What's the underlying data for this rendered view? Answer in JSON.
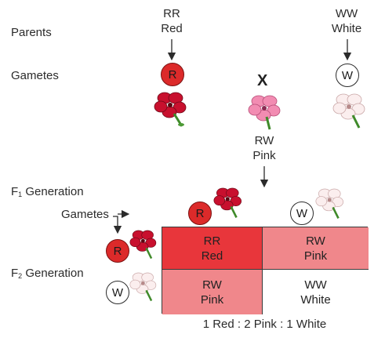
{
  "rows": {
    "parents": "Parents",
    "gametes": "Gametes",
    "f1_prefix": "F",
    "f1_sub": "1",
    "f1_suffix": " Generation",
    "f2_prefix": "F",
    "f2_sub": "2",
    "f2_suffix": " Generation",
    "gametes_pointer": "Gametes"
  },
  "parents": {
    "left": {
      "genotype": "RR",
      "phenotype": "Red",
      "gamete": "R"
    },
    "right": {
      "genotype": "WW",
      "phenotype": "White",
      "gamete": "W"
    }
  },
  "cross_symbol": "X",
  "f1": {
    "genotype": "RW",
    "phenotype": "Pink"
  },
  "punnett": {
    "top_gametes": [
      "R",
      "W"
    ],
    "side_gametes": [
      "R",
      "W"
    ],
    "cells": [
      {
        "genotype": "RR",
        "phenotype": "Red",
        "color": "#e8363b"
      },
      {
        "genotype": "RW",
        "phenotype": "Pink",
        "color": "#f0878b"
      },
      {
        "genotype": "RW",
        "phenotype": "Pink",
        "color": "#f0878b"
      },
      {
        "genotype": "WW",
        "phenotype": "White",
        "color": "#ffffff"
      }
    ]
  },
  "ratio": "1 Red : 2 Pink : 1 White",
  "colors": {
    "red": "#dc2a2a",
    "pink": "#f0878b",
    "white": "#ffffff"
  },
  "icons": [
    "red-flower-icon",
    "pink-flower-icon",
    "white-flower-icon",
    "arrow-down-icon"
  ]
}
